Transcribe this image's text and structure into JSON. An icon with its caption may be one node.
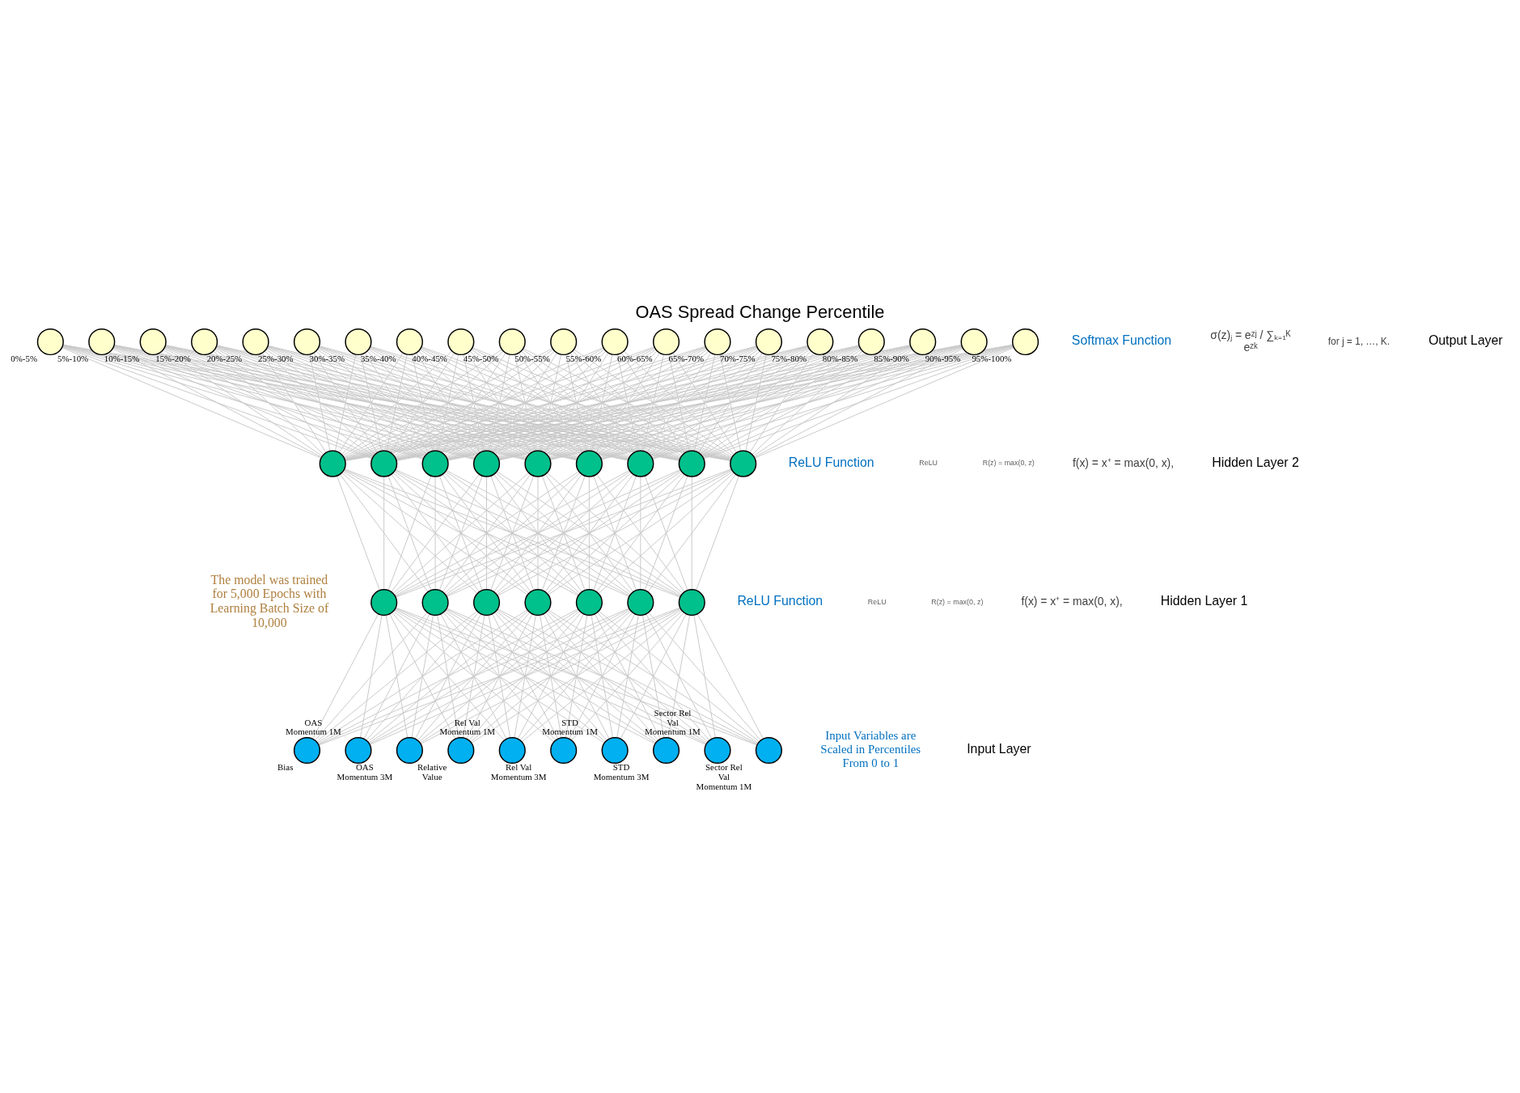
{
  "diagram": {
    "title": "OAS Spread Change Percentile",
    "nodes": [
      {
        "text": [],
        "shape": "circle",
        "beside": [
          "0%-5%"
        ]
      },
      {
        "text": [],
        "shape": "circle",
        "beside": [
          "5%-10%"
        ]
      },
      {
        "text": [],
        "shape": "circle",
        "beside": [
          "10%-15%"
        ]
      },
      {
        "text": [],
        "shape": "circle",
        "beside": [
          "15%-20%"
        ]
      },
      {
        "text": [],
        "shape": "circle",
        "beside": [
          "20%-25%"
        ]
      },
      {
        "text": [],
        "shape": "circle",
        "beside": [
          "25%-30%"
        ]
      },
      {
        "text": [],
        "shape": "circle",
        "beside": [
          "30%-35%"
        ]
      },
      {
        "text": [],
        "shape": "circle",
        "beside": [
          "35%-40%"
        ]
      },
      {
        "text": [],
        "shape": "circle",
        "beside": [
          "40%-45%"
        ]
      },
      {
        "text": [],
        "shape": "circle",
        "beside": [
          "45%-50%"
        ]
      },
      {
        "text": [],
        "shape": "circle",
        "beside": [
          "50%-55%"
        ]
      },
      {
        "text": [],
        "shape": "circle",
        "beside": [
          "55%-60%"
        ]
      },
      {
        "text": [],
        "shape": "circle",
        "beside": [
          "60%-65%"
        ]
      },
      {
        "text": [],
        "shape": "circle",
        "beside": [
          "65%-70%"
        ]
      },
      {
        "text": [],
        "shape": "circle",
        "beside": [
          "70%-75%"
        ]
      },
      {
        "text": [],
        "shape": "circle",
        "beside": [
          "75%-80%"
        ]
      },
      {
        "text": [],
        "shape": "circle",
        "beside": [
          "80%-85%"
        ]
      },
      {
        "text": [],
        "shape": "circle",
        "beside": [
          "85%-90%"
        ]
      },
      {
        "text": [],
        "shape": "circle",
        "beside": [
          "90%-95%"
        ]
      },
      {
        "text": [],
        "shape": "circle",
        "beside": [
          "95%-100%"
        ]
      },
      {
        "text": [],
        "shape": "circle"
      },
      {
        "text": [],
        "shape": "circle"
      },
      {
        "text": [],
        "shape": "circle"
      },
      {
        "text": [],
        "shape": "circle"
      },
      {
        "text": [],
        "shape": "circle"
      },
      {
        "text": [],
        "shape": "circle"
      },
      {
        "text": [],
        "shape": "circle"
      },
      {
        "text": [],
        "shape": "circle"
      },
      {
        "text": [],
        "shape": "circle"
      },
      {
        "text": [],
        "shape": "circle"
      },
      {
        "text": [],
        "shape": "circle"
      },
      {
        "text": [],
        "shape": "circle"
      },
      {
        "text": [],
        "shape": "circle"
      },
      {
        "text": [],
        "shape": "circle"
      },
      {
        "text": [],
        "shape": "circle"
      },
      {
        "text": [],
        "shape": "circle"
      },
      {
        "text": [],
        "shape": "circle",
        "beside": [
          "Bias"
        ]
      },
      {
        "text": [],
        "shape": "circle",
        "beside": [
          "OAS Momentum 1M"
        ]
      },
      {
        "text": [],
        "shape": "circle",
        "beside": [
          "OAS Momentum 3M"
        ]
      },
      {
        "text": [],
        "shape": "circle",
        "beside": [
          "Relative Value"
        ]
      },
      {
        "text": [],
        "shape": "circle",
        "beside": [
          "Rel Val Momentum 1M"
        ]
      },
      {
        "text": [],
        "shape": "circle",
        "beside": [
          "Rel Val Momentum 3M"
        ]
      },
      {
        "text": [],
        "shape": "circle",
        "beside": [
          "STD Momentum 1M"
        ]
      },
      {
        "text": [],
        "shape": "circle",
        "beside": [
          "STD Momentum 3M"
        ]
      },
      {
        "text": [],
        "shape": "circle",
        "beside": [
          "Sector Rel Val Momentum 1M"
        ]
      },
      {
        "text": [],
        "shape": "circle",
        "beside": [
          "Sector Rel Val Momentum 1M"
        ]
      }
    ],
    "edges": [
      {
        "from": 36,
        "to": 29,
        "arrow": "none"
      },
      {
        "from": 36,
        "to": 30,
        "arrow": "none"
      },
      {
        "from": 36,
        "to": 31,
        "arrow": "none"
      },
      {
        "from": 36,
        "to": 32,
        "arrow": "none"
      },
      {
        "from": 36,
        "to": 33,
        "arrow": "none"
      },
      {
        "from": 36,
        "to": 34,
        "arrow": "none"
      },
      {
        "from": 36,
        "to": 35,
        "arrow": "none"
      },
      {
        "from": 37,
        "to": 29,
        "arrow": "none"
      },
      {
        "from": 37,
        "to": 30,
        "arrow": "none"
      },
      {
        "from": 37,
        "to": 31,
        "arrow": "none"
      },
      {
        "from": 37,
        "to": 32,
        "arrow": "none"
      },
      {
        "from": 37,
        "to": 33,
        "arrow": "none"
      },
      {
        "from": 37,
        "to": 34,
        "arrow": "none"
      },
      {
        "from": 37,
        "to": 35,
        "arrow": "none"
      },
      {
        "from": 38,
        "to": 29,
        "arrow": "none"
      },
      {
        "from": 38,
        "to": 30,
        "arrow": "none"
      },
      {
        "from": 38,
        "to": 31,
        "arrow": "none"
      },
      {
        "from": 38,
        "to": 32,
        "arrow": "none"
      },
      {
        "from": 38,
        "to": 33,
        "arrow": "none"
      },
      {
        "from": 38,
        "to": 34,
        "arrow": "none"
      },
      {
        "from": 38,
        "to": 35,
        "arrow": "none"
      },
      {
        "from": 39,
        "to": 29,
        "arrow": "none"
      },
      {
        "from": 39,
        "to": 30,
        "arrow": "none"
      },
      {
        "from": 39,
        "to": 31,
        "arrow": "none"
      },
      {
        "from": 39,
        "to": 32,
        "arrow": "none"
      },
      {
        "from": 39,
        "to": 33,
        "arrow": "none"
      },
      {
        "from": 39,
        "to": 34,
        "arrow": "none"
      },
      {
        "from": 39,
        "to": 35,
        "arrow": "none"
      },
      {
        "from": 40,
        "to": 29,
        "arrow": "none"
      },
      {
        "from": 40,
        "to": 30,
        "arrow": "none"
      },
      {
        "from": 40,
        "to": 31,
        "arrow": "none"
      },
      {
        "from": 40,
        "to": 32,
        "arrow": "none"
      },
      {
        "from": 40,
        "to": 33,
        "arrow": "none"
      },
      {
        "from": 40,
        "to": 34,
        "arrow": "none"
      },
      {
        "from": 40,
        "to": 35,
        "arrow": "none"
      },
      {
        "from": 41,
        "to": 29,
        "arrow": "none"
      },
      {
        "from": 41,
        "to": 30,
        "arrow": "none"
      },
      {
        "from": 41,
        "to": 31,
        "arrow": "none"
      },
      {
        "from": 41,
        "to": 32,
        "arrow": "none"
      },
      {
        "from": 41,
        "to": 33,
        "arrow": "none"
      },
      {
        "from": 41,
        "to": 34,
        "arrow": "none"
      },
      {
        "from": 41,
        "to": 35,
        "arrow": "none"
      },
      {
        "from": 42,
        "to": 29,
        "arrow": "none"
      },
      {
        "from": 42,
        "to": 30,
        "arrow": "none"
      },
      {
        "from": 42,
        "to": 31,
        "arrow": "none"
      },
      {
        "from": 42,
        "to": 32,
        "arrow": "none"
      },
      {
        "from": 42,
        "to": 33,
        "arrow": "none"
      },
      {
        "from": 42,
        "to": 34,
        "arrow": "none"
      },
      {
        "from": 42,
        "to": 35,
        "arrow": "none"
      },
      {
        "from": 43,
        "to": 29,
        "arrow": "none"
      },
      {
        "from": 43,
        "to": 30,
        "arrow": "none"
      },
      {
        "from": 43,
        "to": 31,
        "arrow": "none"
      },
      {
        "from": 43,
        "to": 32,
        "arrow": "none"
      },
      {
        "from": 43,
        "to": 33,
        "arrow": "none"
      },
      {
        "from": 43,
        "to": 34,
        "arrow": "none"
      },
      {
        "from": 43,
        "to": 35,
        "arrow": "none"
      },
      {
        "from": 44,
        "to": 29,
        "arrow": "none"
      },
      {
        "from": 44,
        "to": 30,
        "arrow": "none"
      },
      {
        "from": 44,
        "to": 31,
        "arrow": "none"
      },
      {
        "from": 44,
        "to": 32,
        "arrow": "none"
      },
      {
        "from": 44,
        "to": 33,
        "arrow": "none"
      },
      {
        "from": 44,
        "to": 34,
        "arrow": "none"
      },
      {
        "from": 44,
        "to": 35,
        "arrow": "none"
      },
      {
        "from": 45,
        "to": 29,
        "arrow": "none"
      },
      {
        "from": 45,
        "to": 30,
        "arrow": "none"
      },
      {
        "from": 45,
        "to": 31,
        "arrow": "none"
      },
      {
        "from": 45,
        "to": 32,
        "arrow": "none"
      },
      {
        "from": 45,
        "to": 33,
        "arrow": "none"
      },
      {
        "from": 45,
        "to": 34,
        "arrow": "none"
      },
      {
        "from": 45,
        "to": 35,
        "arrow": "none"
      },
      {
        "from": 29,
        "to": 20,
        "arrow": "none"
      },
      {
        "from": 29,
        "to": 21,
        "arrow": "none"
      },
      {
        "from": 29,
        "to": 22,
        "arrow": "none"
      },
      {
        "from": 29,
        "to": 23,
        "arrow": "none"
      },
      {
        "from": 29,
        "to": 24,
        "arrow": "none"
      },
      {
        "from": 29,
        "to": 25,
        "arrow": "none"
      },
      {
        "from": 29,
        "to": 26,
        "arrow": "none"
      },
      {
        "from": 29,
        "to": 27,
        "arrow": "none"
      },
      {
        "from": 29,
        "to": 28,
        "arrow": "none"
      },
      {
        "from": 30,
        "to": 20,
        "arrow": "none"
      },
      {
        "from": 30,
        "to": 21,
        "arrow": "none"
      },
      {
        "from": 30,
        "to": 22,
        "arrow": "none"
      },
      {
        "from": 30,
        "to": 23,
        "arrow": "none"
      },
      {
        "from": 30,
        "to": 24,
        "arrow": "none"
      },
      {
        "from": 30,
        "to": 25,
        "arrow": "none"
      },
      {
        "from": 30,
        "to": 26,
        "arrow": "none"
      },
      {
        "from": 30,
        "to": 27,
        "arrow": "none"
      },
      {
        "from": 30,
        "to": 28,
        "arrow": "none"
      },
      {
        "from": 31,
        "to": 20,
        "arrow": "none"
      },
      {
        "from": 31,
        "to": 21,
        "arrow": "none"
      },
      {
        "from": 31,
        "to": 22,
        "arrow": "none"
      },
      {
        "from": 31,
        "to": 23,
        "arrow": "none"
      },
      {
        "from": 31,
        "to": 24,
        "arrow": "none"
      },
      {
        "from": 31,
        "to": 25,
        "arrow": "none"
      },
      {
        "from": 31,
        "to": 26,
        "arrow": "none"
      },
      {
        "from": 31,
        "to": 27,
        "arrow": "none"
      },
      {
        "from": 31,
        "to": 28,
        "arrow": "none"
      },
      {
        "from": 32,
        "to": 20,
        "arrow": "none"
      },
      {
        "from": 32,
        "to": 21,
        "arrow": "none"
      },
      {
        "from": 32,
        "to": 22,
        "arrow": "none"
      },
      {
        "from": 32,
        "to": 23,
        "arrow": "none"
      },
      {
        "from": 32,
        "to": 24,
        "arrow": "none"
      },
      {
        "from": 32,
        "to": 25,
        "arrow": "none"
      },
      {
        "from": 32,
        "to": 26,
        "arrow": "none"
      },
      {
        "from": 32,
        "to": 27,
        "arrow": "none"
      },
      {
        "from": 32,
        "to": 28,
        "arrow": "none"
      },
      {
        "from": 33,
        "to": 20,
        "arrow": "none"
      },
      {
        "from": 33,
        "to": 21,
        "arrow": "none"
      },
      {
        "from": 33,
        "to": 22,
        "arrow": "none"
      },
      {
        "from": 33,
        "to": 23,
        "arrow": "none"
      },
      {
        "from": 33,
        "to": 24,
        "arrow": "none"
      },
      {
        "from": 33,
        "to": 25,
        "arrow": "none"
      },
      {
        "from": 33,
        "to": 26,
        "arrow": "none"
      },
      {
        "from": 33,
        "to": 27,
        "arrow": "none"
      },
      {
        "from": 33,
        "to": 28,
        "arrow": "none"
      },
      {
        "from": 34,
        "to": 20,
        "arrow": "none"
      },
      {
        "from": 34,
        "to": 21,
        "arrow": "none"
      },
      {
        "from": 34,
        "to": 22,
        "arrow": "none"
      },
      {
        "from": 34,
        "to": 23,
        "arrow": "none"
      },
      {
        "from": 34,
        "to": 24,
        "arrow": "none"
      },
      {
        "from": 34,
        "to": 25,
        "arrow": "none"
      },
      {
        "from": 34,
        "to": 26,
        "arrow": "none"
      },
      {
        "from": 34,
        "to": 27,
        "arrow": "none"
      },
      {
        "from": 34,
        "to": 28,
        "arrow": "none"
      },
      {
        "from": 35,
        "to": 20,
        "arrow": "none"
      },
      {
        "from": 35,
        "to": 21,
        "arrow": "none"
      },
      {
        "from": 35,
        "to": 22,
        "arrow": "none"
      },
      {
        "from": 35,
        "to": 23,
        "arrow": "none"
      },
      {
        "from": 35,
        "to": 24,
        "arrow": "none"
      },
      {
        "from": 35,
        "to": 25,
        "arrow": "none"
      },
      {
        "from": 35,
        "to": 26,
        "arrow": "none"
      },
      {
        "from": 35,
        "to": 27,
        "arrow": "none"
      },
      {
        "from": 35,
        "to": 28,
        "arrow": "none"
      },
      {
        "from": 20,
        "to": 0,
        "arrow": "none"
      },
      {
        "from": 20,
        "to": 1,
        "arrow": "none"
      },
      {
        "from": 20,
        "to": 2,
        "arrow": "none"
      },
      {
        "from": 20,
        "to": 3,
        "arrow": "none"
      },
      {
        "from": 20,
        "to": 4,
        "arrow": "none"
      },
      {
        "from": 20,
        "to": 5,
        "arrow": "none"
      },
      {
        "from": 20,
        "to": 6,
        "arrow": "none"
      },
      {
        "from": 20,
        "to": 7,
        "arrow": "none"
      },
      {
        "from": 20,
        "to": 8,
        "arrow": "none"
      },
      {
        "from": 20,
        "to": 9,
        "arrow": "none"
      },
      {
        "from": 20,
        "to": 10,
        "arrow": "none"
      },
      {
        "from": 20,
        "to": 11,
        "arrow": "none"
      },
      {
        "from": 20,
        "to": 12,
        "arrow": "none"
      },
      {
        "from": 20,
        "to": 13,
        "arrow": "none"
      },
      {
        "from": 20,
        "to": 14,
        "arrow": "none"
      },
      {
        "from": 20,
        "to": 15,
        "arrow": "none"
      },
      {
        "from": 20,
        "to": 16,
        "arrow": "none"
      },
      {
        "from": 20,
        "to": 17,
        "arrow": "none"
      },
      {
        "from": 20,
        "to": 18,
        "arrow": "none"
      },
      {
        "from": 20,
        "to": 19,
        "arrow": "none"
      },
      {
        "from": 21,
        "to": 0,
        "arrow": "none"
      },
      {
        "from": 21,
        "to": 1,
        "arrow": "none"
      },
      {
        "from": 21,
        "to": 2,
        "arrow": "none"
      },
      {
        "from": 21,
        "to": 3,
        "arrow": "none"
      },
      {
        "from": 21,
        "to": 4,
        "arrow": "none"
      },
      {
        "from": 21,
        "to": 5,
        "arrow": "none"
      },
      {
        "from": 21,
        "to": 6,
        "arrow": "none"
      },
      {
        "from": 21,
        "to": 7,
        "arrow": "none"
      },
      {
        "from": 21,
        "to": 8,
        "arrow": "none"
      },
      {
        "from": 21,
        "to": 9,
        "arrow": "none"
      },
      {
        "from": 21,
        "to": 10,
        "arrow": "none"
      },
      {
        "from": 21,
        "to": 11,
        "arrow": "none"
      },
      {
        "from": 21,
        "to": 12,
        "arrow": "none"
      },
      {
        "from": 21,
        "to": 13,
        "arrow": "none"
      },
      {
        "from": 21,
        "to": 14,
        "arrow": "none"
      },
      {
        "from": 21,
        "to": 15,
        "arrow": "none"
      },
      {
        "from": 21,
        "to": 16,
        "arrow": "none"
      },
      {
        "from": 21,
        "to": 17,
        "arrow": "none"
      },
      {
        "from": 21,
        "to": 18,
        "arrow": "none"
      },
      {
        "from": 21,
        "to": 19,
        "arrow": "none"
      },
      {
        "from": 22,
        "to": 0,
        "arrow": "none"
      },
      {
        "from": 22,
        "to": 1,
        "arrow": "none"
      },
      {
        "from": 22,
        "to": 2,
        "arrow": "none"
      },
      {
        "from": 22,
        "to": 3,
        "arrow": "none"
      },
      {
        "from": 22,
        "to": 4,
        "arrow": "none"
      },
      {
        "from": 22,
        "to": 5,
        "arrow": "none"
      },
      {
        "from": 22,
        "to": 6,
        "arrow": "none"
      },
      {
        "from": 22,
        "to": 7,
        "arrow": "none"
      },
      {
        "from": 22,
        "to": 8,
        "arrow": "none"
      },
      {
        "from": 22,
        "to": 9,
        "arrow": "none"
      },
      {
        "from": 22,
        "to": 10,
        "arrow": "none"
      },
      {
        "from": 22,
        "to": 11,
        "arrow": "none"
      },
      {
        "from": 22,
        "to": 12,
        "arrow": "none"
      },
      {
        "from": 22,
        "to": 13,
        "arrow": "none"
      },
      {
        "from": 22,
        "to": 14,
        "arrow": "none"
      },
      {
        "from": 22,
        "to": 15,
        "arrow": "none"
      },
      {
        "from": 22,
        "to": 16,
        "arrow": "none"
      },
      {
        "from": 22,
        "to": 17,
        "arrow": "none"
      },
      {
        "from": 22,
        "to": 18,
        "arrow": "none"
      },
      {
        "from": 22,
        "to": 19,
        "arrow": "none"
      },
      {
        "from": 23,
        "to": 0,
        "arrow": "none"
      },
      {
        "from": 23,
        "to": 1,
        "arrow": "none"
      },
      {
        "from": 23,
        "to": 2,
        "arrow": "none"
      },
      {
        "from": 23,
        "to": 3,
        "arrow": "none"
      },
      {
        "from": 23,
        "to": 4,
        "arrow": "none"
      },
      {
        "from": 23,
        "to": 5,
        "arrow": "none"
      },
      {
        "from": 23,
        "to": 6,
        "arrow": "none"
      },
      {
        "from": 23,
        "to": 7,
        "arrow": "none"
      },
      {
        "from": 23,
        "to": 8,
        "arrow": "none"
      },
      {
        "from": 23,
        "to": 9,
        "arrow": "none"
      },
      {
        "from": 23,
        "to": 10,
        "arrow": "none"
      },
      {
        "from": 23,
        "to": 11,
        "arrow": "none"
      },
      {
        "from": 23,
        "to": 12,
        "arrow": "none"
      },
      {
        "from": 23,
        "to": 13,
        "arrow": "none"
      },
      {
        "from": 23,
        "to": 14,
        "arrow": "none"
      },
      {
        "from": 23,
        "to": 15,
        "arrow": "none"
      },
      {
        "from": 23,
        "to": 16,
        "arrow": "none"
      },
      {
        "from": 23,
        "to": 17,
        "arrow": "none"
      },
      {
        "from": 23,
        "to": 18,
        "arrow": "none"
      },
      {
        "from": 23,
        "to": 19,
        "arrow": "none"
      },
      {
        "from": 24,
        "to": 0,
        "arrow": "none"
      },
      {
        "from": 24,
        "to": 1,
        "arrow": "none"
      },
      {
        "from": 24,
        "to": 2,
        "arrow": "none"
      },
      {
        "from": 24,
        "to": 3,
        "arrow": "none"
      },
      {
        "from": 24,
        "to": 4,
        "arrow": "none"
      },
      {
        "from": 24,
        "to": 5,
        "arrow": "none"
      },
      {
        "from": 24,
        "to": 6,
        "arrow": "none"
      },
      {
        "from": 24,
        "to": 7,
        "arrow": "none"
      },
      {
        "from": 24,
        "to": 8,
        "arrow": "none"
      },
      {
        "from": 24,
        "to": 9,
        "arrow": "none"
      },
      {
        "from": 24,
        "to": 10,
        "arrow": "none"
      },
      {
        "from": 24,
        "to": 11,
        "arrow": "none"
      },
      {
        "from": 24,
        "to": 12,
        "arrow": "none"
      },
      {
        "from": 24,
        "to": 13,
        "arrow": "none"
      },
      {
        "from": 24,
        "to": 14,
        "arrow": "none"
      },
      {
        "from": 24,
        "to": 15,
        "arrow": "none"
      },
      {
        "from": 24,
        "to": 16,
        "arrow": "none"
      },
      {
        "from": 24,
        "to": 17,
        "arrow": "none"
      },
      {
        "from": 24,
        "to": 18,
        "arrow": "none"
      },
      {
        "from": 24,
        "to": 19,
        "arrow": "none"
      },
      {
        "from": 25,
        "to": 0,
        "arrow": "none"
      },
      {
        "from": 25,
        "to": 1,
        "arrow": "none"
      },
      {
        "from": 25,
        "to": 2,
        "arrow": "none"
      },
      {
        "from": 25,
        "to": 3,
        "arrow": "none"
      },
      {
        "from": 25,
        "to": 4,
        "arrow": "none"
      },
      {
        "from": 25,
        "to": 5,
        "arrow": "none"
      },
      {
        "from": 25,
        "to": 6,
        "arrow": "none"
      },
      {
        "from": 25,
        "to": 7,
        "arrow": "none"
      },
      {
        "from": 25,
        "to": 8,
        "arrow": "none"
      },
      {
        "from": 25,
        "to": 9,
        "arrow": "none"
      },
      {
        "from": 25,
        "to": 10,
        "arrow": "none"
      },
      {
        "from": 25,
        "to": 11,
        "arrow": "none"
      },
      {
        "from": 25,
        "to": 12,
        "arrow": "none"
      },
      {
        "from": 25,
        "to": 13,
        "arrow": "none"
      },
      {
        "from": 25,
        "to": 14,
        "arrow": "none"
      },
      {
        "from": 25,
        "to": 15,
        "arrow": "none"
      },
      {
        "from": 25,
        "to": 16,
        "arrow": "none"
      },
      {
        "from": 25,
        "to": 17,
        "arrow": "none"
      },
      {
        "from": 25,
        "to": 18,
        "arrow": "none"
      },
      {
        "from": 25,
        "to": 19,
        "arrow": "none"
      },
      {
        "from": 26,
        "to": 0,
        "arrow": "none"
      },
      {
        "from": 26,
        "to": 1,
        "arrow": "none"
      },
      {
        "from": 26,
        "to": 2,
        "arrow": "none"
      },
      {
        "from": 26,
        "to": 3,
        "arrow": "none"
      },
      {
        "from": 26,
        "to": 4,
        "arrow": "none"
      },
      {
        "from": 26,
        "to": 5,
        "arrow": "none"
      },
      {
        "from": 26,
        "to": 6,
        "arrow": "none"
      },
      {
        "from": 26,
        "to": 7,
        "arrow": "none"
      },
      {
        "from": 26,
        "to": 8,
        "arrow": "none"
      },
      {
        "from": 26,
        "to": 9,
        "arrow": "none"
      },
      {
        "from": 26,
        "to": 10,
        "arrow": "none"
      },
      {
        "from": 26,
        "to": 11,
        "arrow": "none"
      },
      {
        "from": 26,
        "to": 12,
        "arrow": "none"
      },
      {
        "from": 26,
        "to": 13,
        "arrow": "none"
      },
      {
        "from": 26,
        "to": 14,
        "arrow": "none"
      },
      {
        "from": 26,
        "to": 15,
        "arrow": "none"
      },
      {
        "from": 26,
        "to": 16,
        "arrow": "none"
      },
      {
        "from": 26,
        "to": 17,
        "arrow": "none"
      },
      {
        "from": 26,
        "to": 18,
        "arrow": "none"
      },
      {
        "from": 26,
        "to": 19,
        "arrow": "none"
      },
      {
        "from": 27,
        "to": 0,
        "arrow": "none"
      },
      {
        "from": 27,
        "to": 1,
        "arrow": "none"
      },
      {
        "from": 27,
        "to": 2,
        "arrow": "none"
      },
      {
        "from": 27,
        "to": 3,
        "arrow": "none"
      },
      {
        "from": 27,
        "to": 4,
        "arrow": "none"
      },
      {
        "from": 27,
        "to": 5,
        "arrow": "none"
      },
      {
        "from": 27,
        "to": 6,
        "arrow": "none"
      },
      {
        "from": 27,
        "to": 7,
        "arrow": "none"
      },
      {
        "from": 27,
        "to": 8,
        "arrow": "none"
      },
      {
        "from": 27,
        "to": 9,
        "arrow": "none"
      },
      {
        "from": 27,
        "to": 10,
        "arrow": "none"
      },
      {
        "from": 27,
        "to": 11,
        "arrow": "none"
      },
      {
        "from": 27,
        "to": 12,
        "arrow": "none"
      },
      {
        "from": 27,
        "to": 13,
        "arrow": "none"
      },
      {
        "from": 27,
        "to": 14,
        "arrow": "none"
      },
      {
        "from": 27,
        "to": 15,
        "arrow": "none"
      },
      {
        "from": 27,
        "to": 16,
        "arrow": "none"
      },
      {
        "from": 27,
        "to": 17,
        "arrow": "none"
      },
      {
        "from": 27,
        "to": 18,
        "arrow": "none"
      },
      {
        "from": 27,
        "to": 19,
        "arrow": "none"
      },
      {
        "from": 28,
        "to": 0,
        "arrow": "none"
      },
      {
        "from": 28,
        "to": 1,
        "arrow": "none"
      },
      {
        "from": 28,
        "to": 2,
        "arrow": "none"
      },
      {
        "from": 28,
        "to": 3,
        "arrow": "none"
      },
      {
        "from": 28,
        "to": 4,
        "arrow": "none"
      },
      {
        "from": 28,
        "to": 5,
        "arrow": "none"
      },
      {
        "from": 28,
        "to": 6,
        "arrow": "none"
      },
      {
        "from": 28,
        "to": 7,
        "arrow": "none"
      },
      {
        "from": 28,
        "to": 8,
        "arrow": "none"
      },
      {
        "from": 28,
        "to": 9,
        "arrow": "none"
      },
      {
        "from": 28,
        "to": 10,
        "arrow": "none"
      },
      {
        "from": 28,
        "to": 11,
        "arrow": "none"
      },
      {
        "from": 28,
        "to": 12,
        "arrow": "none"
      },
      {
        "from": 28,
        "to": 13,
        "arrow": "none"
      },
      {
        "from": 28,
        "to": 14,
        "arrow": "none"
      },
      {
        "from": 28,
        "to": 15,
        "arrow": "none"
      },
      {
        "from": 28,
        "to": 16,
        "arrow": "none"
      },
      {
        "from": 28,
        "to": 17,
        "arrow": "none"
      },
      {
        "from": 28,
        "to": 18,
        "arrow": "none"
      },
      {
        "from": 28,
        "to": 19,
        "arrow": "none"
      }
    ],
    "labels": [
      "Softmax Function",
      "σ(z)ⱼ = eᶻʲ / ∑ₖ₌₁ᴷ eᶻᵏ",
      "for j = 1, …, K.",
      "Output Layer",
      "ReLU Function",
      "ReLU",
      "R(z) = max(0, z)",
      "f(x) = x⁺ = max(0, x),",
      "Hidden Layer 2",
      "The model was trained for 5,000 Epochs with Learning Batch Size of 10,000",
      "ReLU Function",
      "ReLU",
      "R(z) = max(0, z)",
      "f(x) = x⁺ = max(0, x),",
      "Hidden Layer 1",
      "Input Variables are Scaled in Percentiles From 0 to 1",
      "Input Layer"
    ]
  }
}
